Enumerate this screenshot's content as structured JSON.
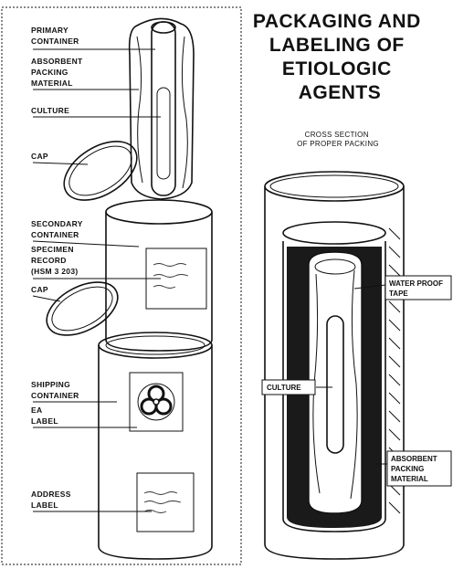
{
  "diagram": {
    "title_lines": [
      "PACKAGING AND",
      "LABELING OF",
      "ETIOLOGIC",
      "AGENTS"
    ],
    "subtitle_lines": [
      "CROSS SECTION",
      "OF PROPER PACKING"
    ],
    "left_labels": {
      "primary_container": [
        "PRIMARY",
        "CONTAINER"
      ],
      "absorbent_packing": [
        "ABSORBENT",
        "PACKING",
        "MATERIAL"
      ],
      "culture": [
        "CULTURE"
      ],
      "cap_top": [
        "CAP"
      ],
      "secondary_container": [
        "SECONDARY",
        "CONTAINER"
      ],
      "specimen_record": [
        "SPECIMEN",
        "RECORD",
        "(HSM 3 203)"
      ],
      "cap_bottom": [
        "CAP"
      ],
      "shipping_container": [
        "SHIPPING",
        "CONTAINER"
      ],
      "ea_label": [
        "EA",
        "LABEL"
      ],
      "address_label": [
        "ADDRESS",
        "LABEL"
      ]
    },
    "right_labels": {
      "waterproof_tape": [
        "WATER PROOF",
        "TAPE"
      ],
      "culture": [
        "CULTURE"
      ],
      "absorbent_packing": [
        "ABSORBENT",
        "PACKING",
        "MATERIAL"
      ]
    }
  }
}
